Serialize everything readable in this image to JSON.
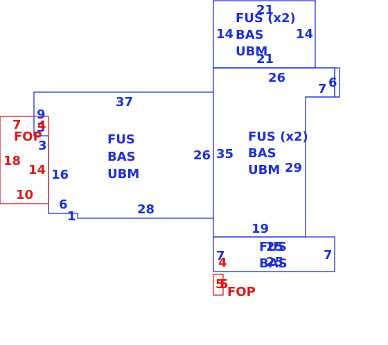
{
  "colors": {
    "main": "#1f2fd8",
    "accent": "#e01818"
  },
  "sections": {
    "top": {
      "codes": [
        "FUS (x2)",
        "BAS",
        "UBM"
      ],
      "dims": [
        "21",
        "14",
        "14",
        "21"
      ]
    },
    "right_main": {
      "codes": [
        "FUS (x2)",
        "BAS",
        "UBM"
      ],
      "dims": [
        "26",
        "6",
        "7",
        "35",
        "29",
        "19"
      ]
    },
    "left_main": {
      "codes": [
        "FUS",
        "BAS",
        "UBM"
      ],
      "dims": [
        "37",
        "26",
        "9",
        "3",
        "3",
        "16",
        "6",
        "1",
        "28"
      ]
    },
    "bottom": {
      "codes": [
        "FUS",
        "BAS"
      ],
      "dims": [
        "25",
        "25",
        "7",
        "7"
      ]
    },
    "left_fop": {
      "code": "FOP",
      "dims": [
        "7",
        "4",
        "18",
        "14",
        "10"
      ]
    },
    "bottom_fop": {
      "code": "FOP",
      "dims": [
        "4",
        "5",
        "5"
      ]
    }
  }
}
